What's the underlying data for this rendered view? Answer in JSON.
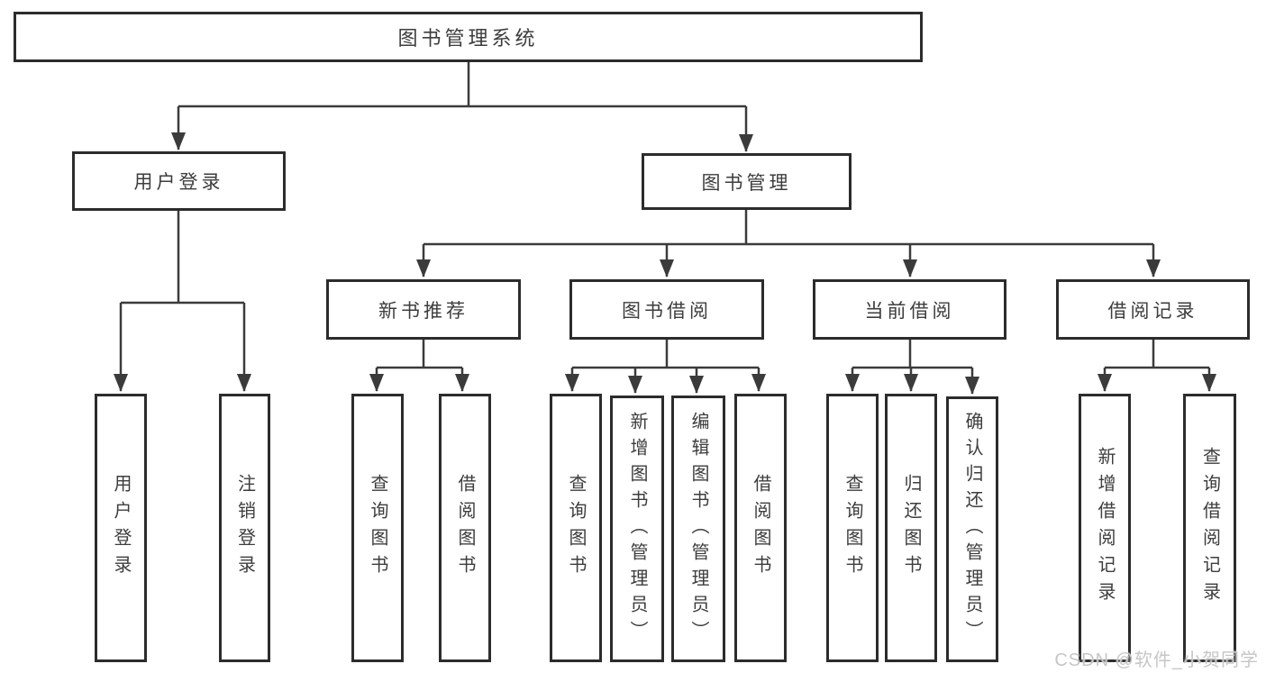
{
  "diagram": {
    "title": "图书管理系统",
    "level2": [
      {
        "label": "用户登录"
      },
      {
        "label": "图书管理"
      }
    ],
    "level3": [
      {
        "label": "新书推荐"
      },
      {
        "label": "图书借阅"
      },
      {
        "label": "当前借阅"
      },
      {
        "label": "借阅记录"
      }
    ],
    "children": {
      "user_login": [
        "用户登录",
        "注销登录"
      ],
      "new_book_recommend": [
        "查询图书",
        "借阅图书"
      ],
      "book_borrow": [
        "查询图书",
        "新增图书（管理员）",
        "编辑图书（管理员）",
        "借阅图书"
      ],
      "current_borrow": [
        "查询图书",
        "归还图书",
        "确认归还（管理员）"
      ],
      "borrow_records": [
        "新增借阅记录",
        "查询借阅记录"
      ]
    }
  },
  "watermark": "CSDN @软件_小贺同学",
  "colors": {
    "background": "#ffffff",
    "box_border": "#2c2c2c",
    "connector_line": "#3b3b3b",
    "text": "#3d3d3d",
    "watermark_text": "#c6c6c6"
  }
}
